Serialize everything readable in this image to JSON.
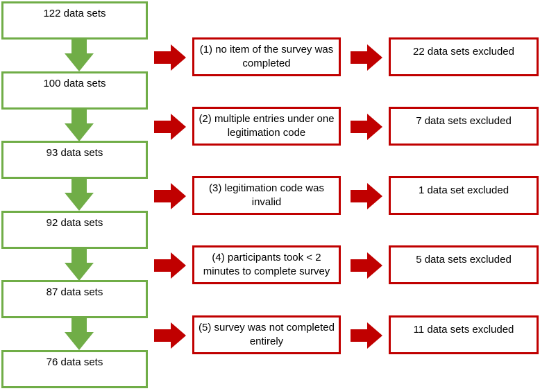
{
  "colors": {
    "flow_box_border": "#70ad47",
    "flow_arrow": "#70ad47",
    "exclusion_border": "#c00000",
    "exclusion_arrow": "#c00000"
  },
  "flow": {
    "steps": [
      "122 data sets",
      "100 data sets",
      "93 data sets",
      "92 data sets",
      "87 data sets",
      "76 data sets"
    ]
  },
  "exclusions": [
    {
      "criterion": "(1) no item of the survey was completed",
      "result": "22 data sets excluded"
    },
    {
      "criterion": "(2) multiple entries under one legitimation code",
      "result": "7 data sets excluded"
    },
    {
      "criterion": "(3) legitimation code was invalid",
      "result": "1 data set excluded"
    },
    {
      "criterion": "(4) participants took < 2 minutes to complete survey",
      "result": "5 data sets excluded"
    },
    {
      "criterion": "(5) survey was not completed entirely",
      "result": "11 data sets excluded"
    }
  ]
}
